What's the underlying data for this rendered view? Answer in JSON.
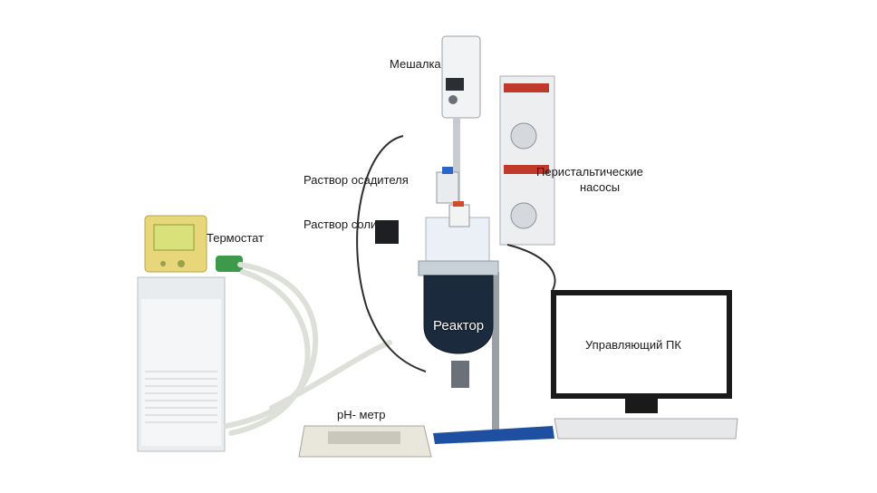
{
  "labels": {
    "stirrer": "Мешалка",
    "pumps_line1": "Перистальтические",
    "pumps_line2": "насосы",
    "precipitant": "Раствор осадителя",
    "salt_solution": "Раствор соли",
    "thermostat": "Термостат",
    "reactor": "Реактор",
    "ph_meter": "pH- метр",
    "control_pc": "Управляющий ПК"
  },
  "colors": {
    "background": "#ffffff",
    "thermostat_display": "#d9e27a",
    "reactor_liquid": "#1b2a3d",
    "stand_base": "#1f4fa0",
    "pump_display": "#c0392b"
  }
}
